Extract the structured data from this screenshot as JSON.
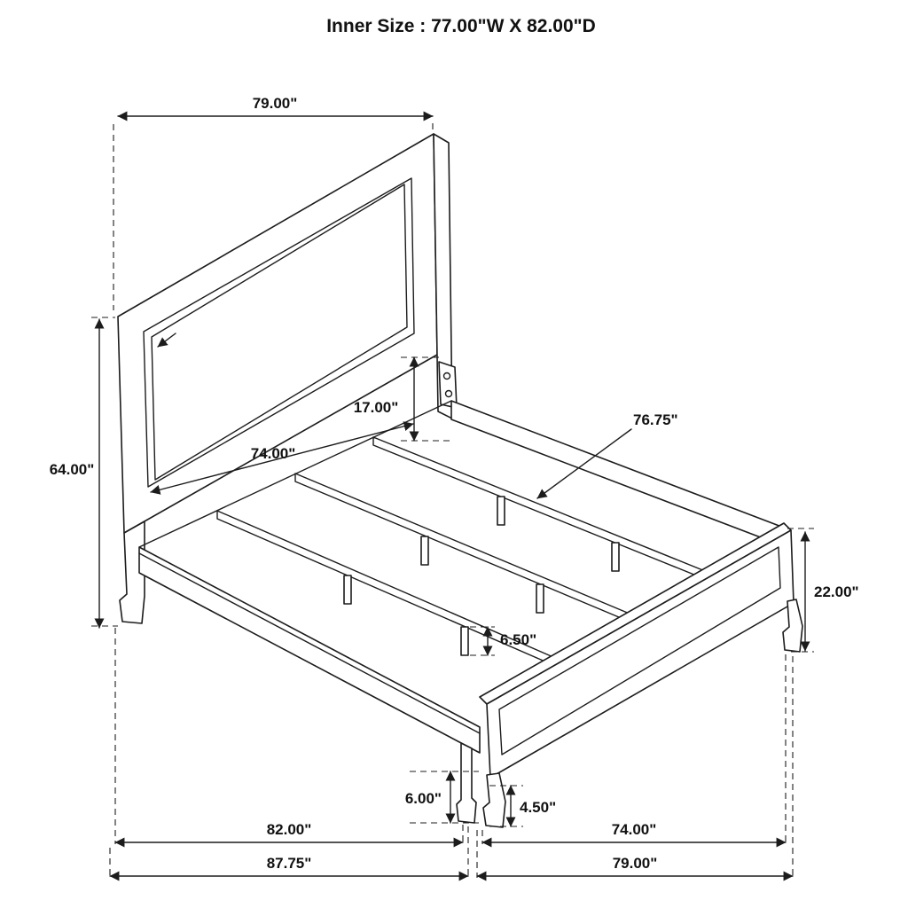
{
  "title": "Inner Size : 77.00\"W X 82.00\"D",
  "diagram": {
    "subject": "bed frame dimension drawing",
    "line_color": "#1c1c1c",
    "background_color": "#ffffff"
  },
  "dimensions": {
    "headboard_width": "79.00\"",
    "headboard_height": "64.00\"",
    "headboard_panel_height": "17.00\"",
    "headboard_inner_width": "74.00\"",
    "center_rail_length": "76.75\"",
    "footboard_height": "22.00\"",
    "center_leg_height": "6.50\"",
    "rail_leg_height": "6.00\"",
    "footboard_leg_height": "4.50\"",
    "inner_depth": "82.00\"",
    "footboard_inner_width": "74.00\"",
    "overall_depth": "87.75\"",
    "overall_width": "79.00\""
  }
}
